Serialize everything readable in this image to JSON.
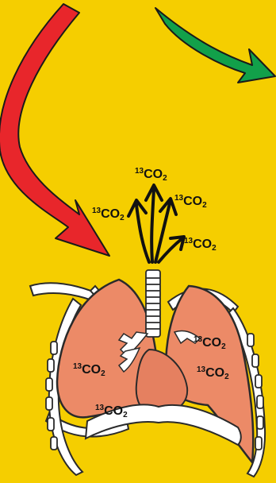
{
  "background_color": "#F5CE00",
  "arrows": {
    "red": {
      "color": "#E8262B"
    },
    "green": {
      "color": "#12A04A"
    }
  },
  "colors": {
    "lung_fill": "#EC8A67",
    "outline": "#2A2A2A",
    "bone": "#FFFFFF"
  },
  "labels": [
    {
      "id": "co2-top",
      "sup": "13",
      "text": "CO",
      "sub": "2"
    },
    {
      "id": "co2-left",
      "sup": "13",
      "text": "CO",
      "sub": "2"
    },
    {
      "id": "co2-right",
      "sup": "13",
      "text": "CO",
      "sub": "2"
    },
    {
      "id": "co2-lower-right",
      "sup": "13",
      "text": "CO",
      "sub": "2"
    },
    {
      "id": "co2-left-lung",
      "sup": "13",
      "text": "CO",
      "sub": "2"
    },
    {
      "id": "co2-bottom",
      "sup": "13",
      "text": "CO",
      "sub": "2"
    },
    {
      "id": "co2-right-lung-top",
      "sup": "13",
      "text": "CO",
      "sub": "2"
    },
    {
      "id": "co2-right-lung-mid",
      "sup": "13",
      "text": "CO",
      "sub": "2"
    }
  ]
}
